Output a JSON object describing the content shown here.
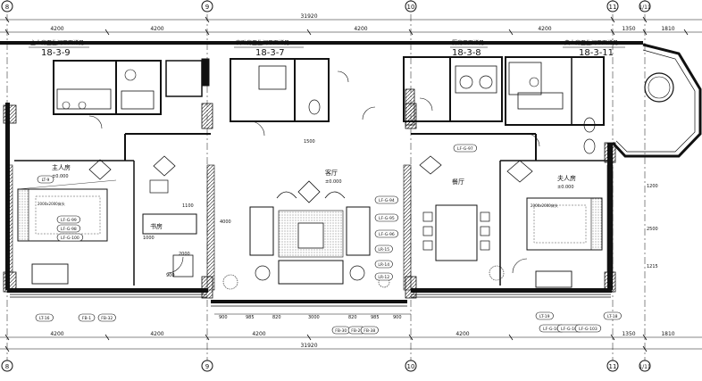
{
  "grid": {
    "axis_labels": [
      "8",
      "9",
      "10",
      "11",
      "1/11"
    ],
    "top_dims": [
      "4200",
      "4200",
      "4200",
      "4200",
      "1350",
      "1810"
    ],
    "bottom_dims": [
      "4200",
      "4200",
      "4200",
      "4200",
      "1350",
      "1810"
    ],
    "top_total": "31920",
    "bottom_total": "31920"
  },
  "detail_titles": [
    {
      "title": "主人房卫生间平面详见",
      "ref": "18-3-9"
    },
    {
      "title": "次卧房卫生间平面详见",
      "ref": "18-3-7"
    },
    {
      "title": "厨房平面详见",
      "ref": "18-3-8"
    },
    {
      "title": "夫人房卫生间平面详见",
      "ref": "18-3-11"
    }
  ],
  "rooms": [
    {
      "name": "主人房",
      "level": "±0.000"
    },
    {
      "name": "客厅",
      "level": "±0.000"
    },
    {
      "name": "餐厅",
      "level": ""
    },
    {
      "name": "夫人房",
      "level": "±0.000"
    },
    {
      "name": "书房",
      "level": ""
    }
  ],
  "bed_labels": [
    "2000x2000床头",
    "2000x2000床头"
  ],
  "interior_dims": [
    "1100",
    "1000",
    "2000",
    "4000",
    "1200",
    "2500",
    "1215",
    "1500",
    "900"
  ],
  "bottom_dims_row": [
    "900",
    "985",
    "820",
    "3000",
    "820",
    "985",
    "900"
  ],
  "tags": [
    "LT-9",
    "LF-G-99",
    "LF-G-98",
    "LF-G-100",
    "FB-1",
    "FB-32",
    "FB-30",
    "FB-29",
    "FB-38",
    "LT-16",
    "LT-19",
    "LT-18",
    "LF-G-101",
    "LF-G-102",
    "LF-G-103",
    "LF-G-94",
    "LF-G-95",
    "LF-G-96",
    "LR-15",
    "LR-14",
    "LR-12",
    "LF-G-97"
  ]
}
